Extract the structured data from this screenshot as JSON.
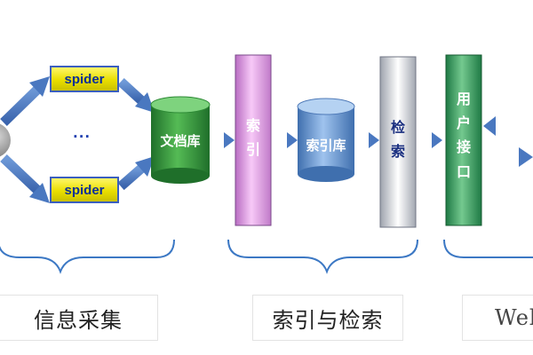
{
  "colors": {
    "arrow": "#4a78c0",
    "spider_fill": "#e9de00",
    "doc_db": "#3a9a3a",
    "index_db": "#6b9ad4",
    "index_bar": "#e8a8ec",
    "search_bar": "#cfd2da",
    "user_bar": "#3fa06a",
    "brace": "#3c78c4"
  },
  "nodes": {
    "spider_top": "spider",
    "spider_bottom": "spider",
    "ellipsis": "...",
    "doc_library": "文档库",
    "index_bar_chars": [
      "索",
      "引"
    ],
    "index_library": "索引库",
    "search_bar_chars": [
      "检",
      "索"
    ],
    "user_interface_chars": [
      "用",
      "户",
      "接",
      "口"
    ]
  },
  "stages": {
    "collection": "信息采集",
    "index_search": "索引与检索",
    "web_partial": "Web"
  }
}
